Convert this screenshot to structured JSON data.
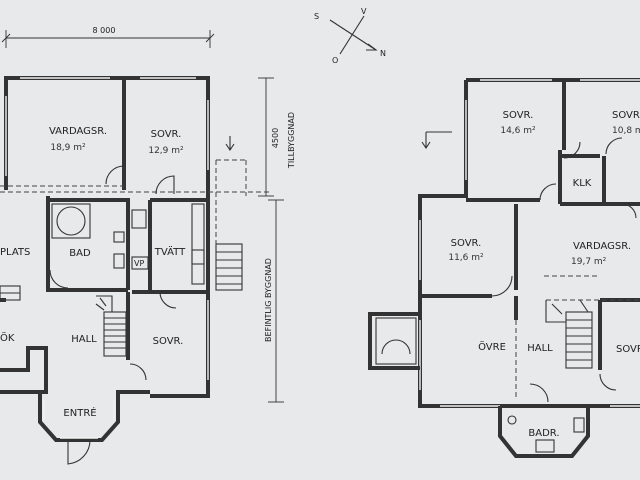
{
  "dimensions": {
    "width_label": "8 000",
    "height_label": "4500"
  },
  "annotations": {
    "tillbyggnad": "TILLBYGGNAD",
    "befintlig": "BEFINTLIG BYGGNAD"
  },
  "compass": {
    "s": "S",
    "v": "V",
    "o": "O",
    "n": "N"
  },
  "ground_floor": {
    "vardagsrum": {
      "name": "VARDAGSR.",
      "area": "18,9 m²"
    },
    "sovrum_top": {
      "name": "SOVR.",
      "area": "12,9 m²"
    },
    "plats": "PLATS",
    "bad": "BAD",
    "tvatt": "TVÄTT",
    "vp": "VP",
    "kok": "ÖK",
    "hall": "HALL",
    "sovrum": "SOVR.",
    "entre": "ENTRÉ"
  },
  "upper_floor": {
    "sovrum_1": {
      "name": "SOVR.",
      "area": "14,6 m²"
    },
    "sovrum_2": {
      "name": "SOVR",
      "area": "10,8 m"
    },
    "klk": "KLK",
    "sovrum_3": {
      "name": "SOVR.",
      "area": "11,6 m²"
    },
    "vardagsrum": {
      "name": "VARDAGSR.",
      "area": "19,7 m²"
    },
    "ovre": "ÖVRE",
    "hall": "HALL",
    "sovrum_4": "SOVR",
    "badrum": "BADR."
  }
}
